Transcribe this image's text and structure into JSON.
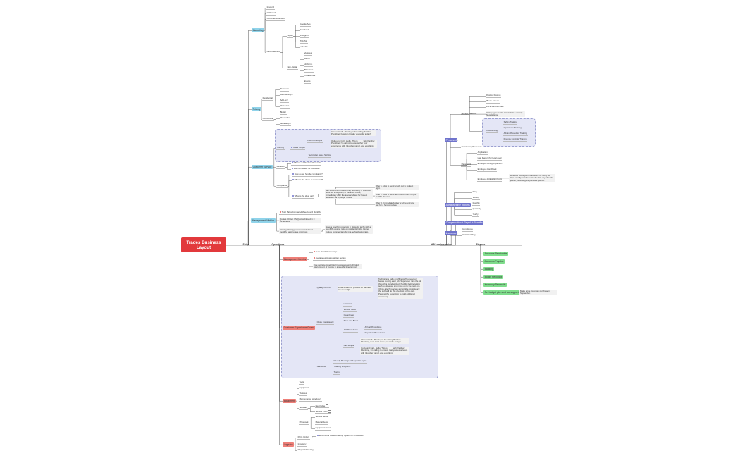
{
  "title": "Trades Business Layout",
  "branches": [
    {
      "id": "sales",
      "label": "Sales",
      "children": [
        {
          "label": "Marketing",
          "tag": "blue",
          "children": [
            {
              "label": "Inbound"
            },
            {
              "label": "Outbound"
            },
            {
              "label": "Customer Retention"
            },
            {
              "label": "Advertisement",
              "children": [
                {
                  "label": "Digital",
                  "children": [
                    {
                      "label": "Google Ads"
                    },
                    {
                      "label": "Facebook"
                    },
                    {
                      "label": "Instagram"
                    },
                    {
                      "label": "Tick Tok"
                    },
                    {
                      "label": "LinkedIn"
                    }
                  ]
                },
                {
                  "label": "Non-Digital",
                  "children": [
                    {
                      "label": "Vehicles"
                    },
                    {
                      "label": "Merch"
                    },
                    {
                      "label": "Uniforms"
                    },
                    {
                      "label": "Billboards"
                    },
                    {
                      "label": "Tradeshows"
                    },
                    {
                      "label": "Events"
                    }
                  ]
                }
              ]
            }
          ]
        },
        {
          "label": "Pricing",
          "tag": "blue",
          "children": [
            {
              "label": "Residential",
              "children": [
                {
                  "label": "Standard"
                },
                {
                  "label": "Membership's"
                },
                {
                  "label": "Add-on's"
                },
                {
                  "label": "Discounts"
                }
              ]
            },
            {
              "label": "Commercial",
              "children": [
                {
                  "label": "Bidder"
                },
                {
                  "label": "Preventive"
                },
                {
                  "label": "Bootcamp's"
                }
              ]
            }
          ]
        },
        {
          "label": "Customer Service",
          "tag": "blue",
          "children": [
            {
              "label": "Training",
              "children": [
                {
                  "label": "Sales Scripts",
                  "children": [
                    {
                      "label": "CSR Call Scripts",
                      "children": [
                        {
                          "label": "Inbound Call - Thank you for calling Panther Plumbing, how can I make you smile today?"
                        },
                        {
                          "label": "Outbound Call - Hello, This is ____ with Panther Plumbing, I'm calling to ensure that your experience with {plumber name} was excellent."
                        }
                      ]
                    },
                    {
                      "label": "Technician Sales Scripts"
                    }
                  ]
                }
              ]
            },
            {
              "label": "Reviews",
              "children": [
                {
                  "label": "What is our Review Process?"
                },
                {
                  "label": "How do we ask for Reviews?"
                }
              ]
            },
            {
              "label": "Complaints",
              "children": [
                {
                  "label": "How do we handle complaints?"
                },
                {
                  "label": "What is the chain of command?"
                },
                {
                  "label": "What is the ideal out?",
                  "children": [
                    {
                      "label": "Sell those offers before they refunding. If customer does not accept any of the three offers, immediately offer the advanced ask for honest feedback via a google review."
                    },
                    {
                      "label": "Offer 1 - Ask to send a tech out to make it right."
                    },
                    {
                      "label": "Offer 2 - Ask to send tech out to make it right at 50% discount."
                    },
                    {
                      "label": "Offer 3 - Immediately offer a full refund and ask for a honest review."
                    }
                  ]
                }
              ]
            }
          ]
        },
        {
          "label": "Management Metrics",
          "tag": "blue",
          "children": [
            {
              "label": "Total Sales Compared Weekly and Monthly"
            },
            {
              "label": "Quotes Written VS Quotes Closed in X Increments"
            },
            {
              "label": "Closing Ratio (general recorded on a monthly basis to see progress)",
              "children": [
                {
                  "label": "Have a coaching program in place for techs with a sub-60% closing ratio on residential jobs. Do not include commercial jobs in a techs closing ratio."
                }
              ]
            }
          ]
        }
      ]
    },
    {
      "id": "operations",
      "label": "Operations",
      "children": [
        {
          "label": "Management Metrics",
          "tag": "red",
          "children": [
            {
              "label": "Tech Recall Percentage"
            },
            {
              "label": "Average estimates written per job"
            },
            {
              "label": "Tote average ticket (total invoice amount's divided total amount of invoice in a specific timeframes)"
            }
          ]
        },
        {
          "label": "Customer Experience Goals",
          "tag": "red",
          "children": [
            {
              "label": "Quality Control",
              "children": [
                {
                  "label": "What system or process do we need to ensure QC."
                },
                {
                  "label": "Technicians calls an office staff supervisor before closing each job. Supervisor runs the job through a standardized checklist before telling tech to close out and move on to the next one. (Once a tech reaches acceptable consistency, the tech will do this checklist on his own. Passing the supervisor to hold additional members)"
                }
              ]
            },
            {
              "label": "Close Consistency",
              "children": [
                {
                  "label": "Uniforms"
                },
                {
                  "label": "Vehicle Stock"
                },
                {
                  "label": "Cleanliness"
                },
                {
                  "label": "Shoe and Boots"
                },
                {
                  "label": "Job Procedures",
                  "children": [
                    {
                      "label": "Arrival Procedures"
                    },
                    {
                      "label": "Departure Procedures"
                    }
                  ]
                },
                {
                  "label": "Call Scripts",
                  "children": [
                    {
                      "label": "Inbound Call - Thank you for calling Panther Plumbing, how can I make you smile today?"
                    },
                    {
                      "label": "Outbound Call - Hello, This is ____ with Panther Plumbing, I'm calling to ensure that your experience with {plumber name} was excellent."
                    }
                  ]
                }
              ]
            },
            {
              "label": "Standards",
              "children": [
                {
                  "label": "Weekly Meetings with specific topics"
                },
                {
                  "label": "Training Programs"
                },
                {
                  "label": "Testing"
                }
              ]
            }
          ]
        },
        {
          "label": "Equipment",
          "tag": "red",
          "children": [
            {
              "label": "Tools"
            },
            {
              "label": "Equipment"
            },
            {
              "label": "Vehicles"
            },
            {
              "label": "Maintenance Schedule's"
            },
            {
              "label": "Software",
              "children": [
                {
                  "label": "Heat Edge"
                },
                {
                  "label": "Service Titan"
                }
              ]
            },
            {
              "label": "Pricebook",
              "children": [
                {
                  "label": "Service Items"
                },
                {
                  "label": "Material Items"
                },
                {
                  "label": "Equipment Items"
                }
              ]
            }
          ]
        },
        {
          "label": "Logistics",
          "tag": "red",
          "children": [
            {
              "label": "Parts Orders",
              "children": [
                {
                  "label": "What is our Parts Ordering System or Procedure?"
                }
              ]
            },
            {
              "label": "Inventory"
            },
            {
              "label": "Dispatch/Routing"
            }
          ]
        }
      ]
    },
    {
      "id": "hr",
      "label": "HR/Administrative",
      "children": [
        {
          "label": "Personnel",
          "tag": "indigo",
          "children": [
            {
              "label": "Hiring Procedure",
              "children": [
                {
                  "label": "Position Posting"
                },
                {
                  "label": "Phone Screen"
                },
                {
                  "label": "In-Person Interview"
                },
                {
                  "label": "Hiring Agreement / Hand Shake / Salary Negotiations"
                },
                {
                  "label": "On-Boarding",
                  "children": [
                    {
                      "label": "Safety Training"
                    },
                    {
                      "label": "Operations Training"
                    },
                    {
                      "label": "Admin Procedure Training"
                    },
                    {
                      "label": "Finance Controls Training"
                    }
                  ]
                }
              ]
            },
            {
              "label": "Terminating Procedure"
            },
            {
              "label": "Paperwork",
              "children": [
                {
                  "label": "Application"
                },
                {
                  "label": "Last Report (for legal docs)"
                },
                {
                  "label": "Employee Hiring Paperwork"
                },
                {
                  "label": "Employee Handbook"
                },
                {
                  "label": "Employee Evaluation Form",
                  "children": [
                    {
                      "label": "Schedule Employee Evaluations for every 90 days, usually scheduled for the first day of each quarter, reviewing the previous quarter."
                    }
                  ]
                }
              ]
            }
          ]
        },
        {
          "label": "Administrative Reports",
          "tag": "indigo",
          "children": [
            {
              "label": "Daily"
            },
            {
              "label": "Weekly"
            },
            {
              "label": "Monthly"
            },
            {
              "label": "Quarterly"
            },
            {
              "label": "Yearly"
            }
          ]
        },
        {
          "label": "Compensation + Payroll + Benefits",
          "tag": "indigo"
        },
        {
          "label": "Insurance",
          "tag": "indigo",
          "children": [
            {
              "label": "Compliance"
            },
            {
              "label": "OCIL Handling"
            }
          ]
        }
      ]
    },
    {
      "id": "finance",
      "label": "Finance",
      "children": [
        {
          "label": "Accounts Receivable",
          "tag": "green"
        },
        {
          "label": "Accounts Payable",
          "tag": "green"
        },
        {
          "label": "Banking",
          "tag": "green"
        },
        {
          "label": "Books Reconcile",
          "tag": "green"
        },
        {
          "label": "Inventory Reconcile",
          "tag": "green"
        },
        {
          "label": "Set budget plan and tax support",
          "tag": "green",
          "children": [
            {
              "label": "Make large inventory purchase in September."
            }
          ]
        }
      ]
    }
  ]
}
